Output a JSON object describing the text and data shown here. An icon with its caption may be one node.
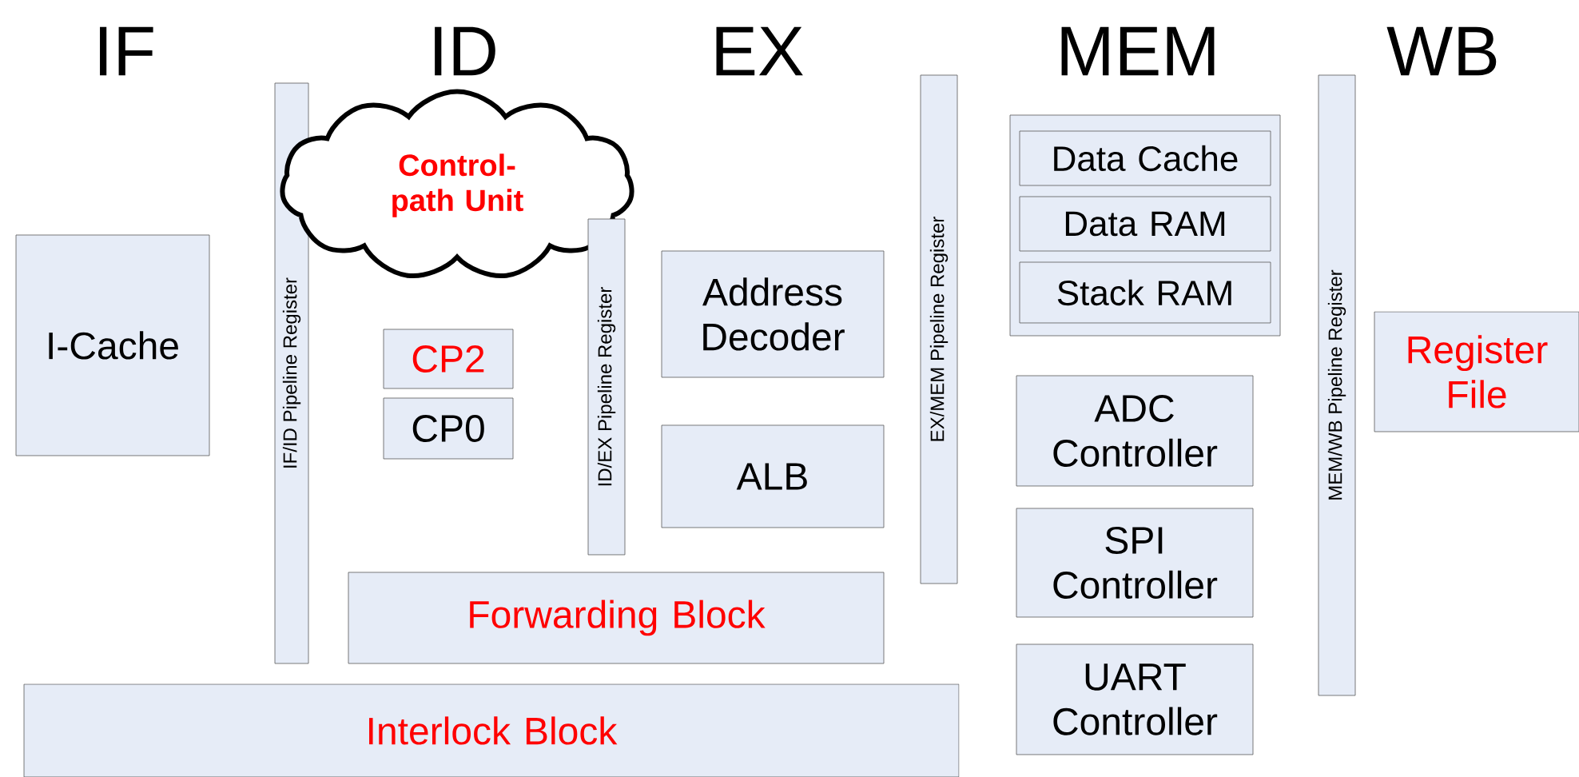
{
  "diagram": {
    "nodes": [
      {
        "text": [
          "I-Cache"
        ]
      },
      {
        "text": [
          "IF/ID Pipeline Register"
        ]
      },
      {
        "text": [
          "Control-path Unit"
        ]
      },
      {
        "text": [
          "CP2"
        ]
      },
      {
        "text": [
          "CP0"
        ]
      },
      {
        "text": [
          "ID/EX Pipeline Register"
        ]
      },
      {
        "text": [
          "Address Decoder"
        ]
      },
      {
        "text": [
          "ALB"
        ]
      },
      {
        "text": [
          "Forwarding Block"
        ]
      },
      {
        "text": [
          "EX/MEM Pipeline Register"
        ]
      },
      {
        "text": [],
        "shape": "box"
      },
      {
        "text": [
          "Data Cache"
        ],
        "in": 10
      },
      {
        "text": [
          "Data RAM"
        ],
        "in": 10
      },
      {
        "text": [
          "Stack RAM"
        ],
        "in": 10
      },
      {
        "text": [
          "ADC Controller"
        ]
      },
      {
        "text": [
          "SPI Controller"
        ]
      },
      {
        "text": [
          "UART Controller"
        ]
      },
      {
        "text": [
          "MEM/WB Pipeline Register"
        ]
      },
      {
        "text": [
          "Register File"
        ]
      },
      {
        "text": [
          "Interlock Block"
        ]
      }
    ],
    "labels": [
      "IF",
      "ID",
      "EX",
      "MEM",
      "WB"
    ]
  }
}
